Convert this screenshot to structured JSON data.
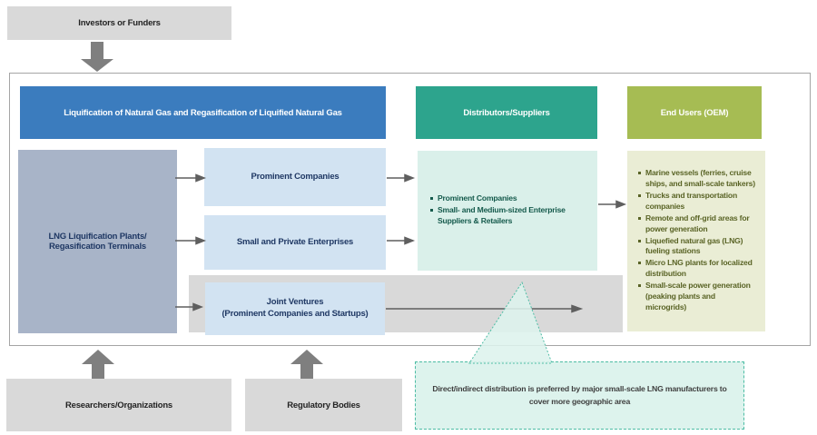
{
  "top": {
    "investors_label": "Investors or Funders"
  },
  "pipeline": {
    "liquification_header": "Liquification of  Natural Gas and Regasification of Liquified Natural Gas",
    "distributors_header": "Distributors/Suppliers",
    "end_users_header": "End Users (OEM)",
    "plants_label": "LNG Liquification Plants/ Regasification Terminals",
    "producers": {
      "prominent": "Prominent Companies",
      "small_private": "Small and Private Enterprises",
      "joint_ventures_line1": "Joint Ventures",
      "joint_ventures_line2": "(Prominent Companies and Startups)"
    },
    "distributors_items": [
      "Prominent Companies",
      "Small- and Medium-sized Enterprise Suppliers & Retailers"
    ],
    "end_users_items": [
      "Marine vessels (ferries, cruise ships, and small-scale tankers)",
      "Trucks and transportation companies",
      "Remote and off-grid areas for power generation",
      "Liquefied natural gas (LNG) fueling stations",
      "Micro LNG plants for localized distribution",
      "Small-scale power generation (peaking plants and microgrids)"
    ]
  },
  "bottom": {
    "researchers_label": "Researchers/Organizations",
    "regulatory_label": "Regulatory Bodies"
  },
  "callout": {
    "text": "Direct/indirect distribution is preferred by major small-scale LNG manufacturers to cover more geographic area"
  },
  "colors": {
    "liquification_blue": "#3b7cbe",
    "distributors_teal": "#2da48d",
    "end_users_olive": "#a6bc53",
    "plants_grayblue": "#a8b4c8",
    "producer_lightblue": "#d2e3f2",
    "distributors_lightteal": "#daf0ea",
    "end_users_lightolive": "#eaedd5",
    "external_gray": "#d9d9d9",
    "block_arrow_gray": "#7f7f7f",
    "callout_border_teal": "#4cbca4",
    "callout_bg": "#ddf3ed"
  }
}
